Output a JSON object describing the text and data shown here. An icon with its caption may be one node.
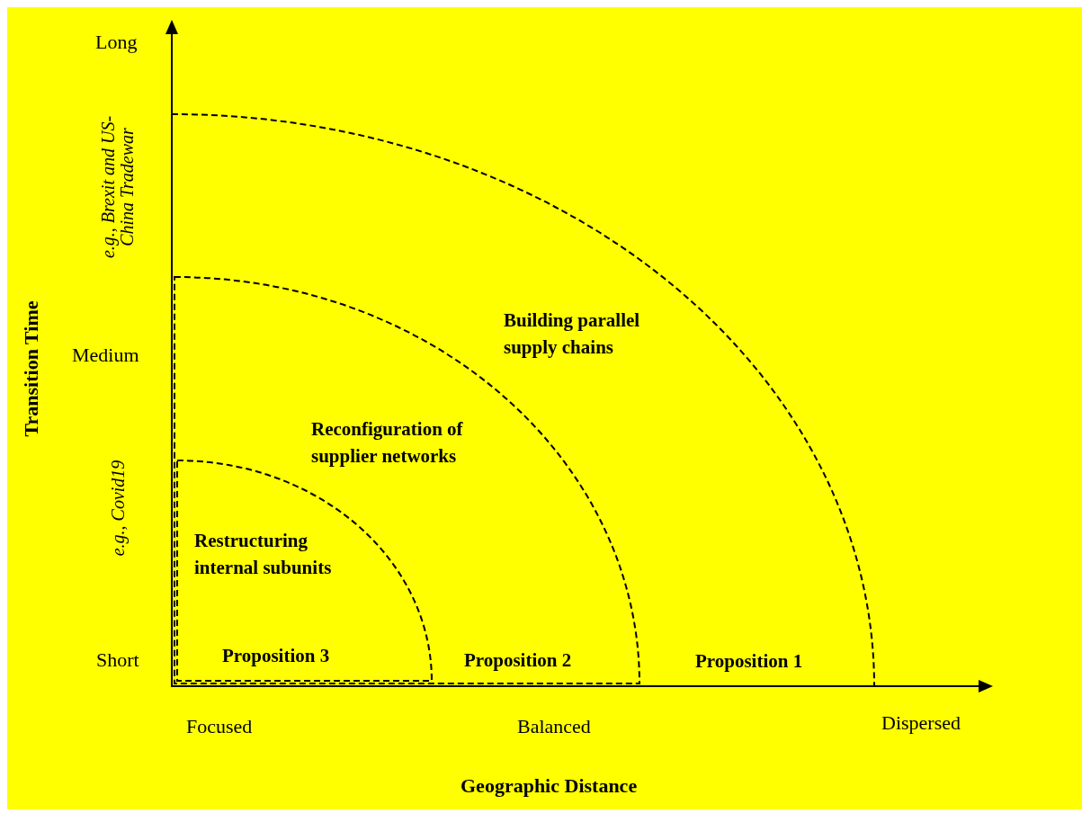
{
  "diagram": {
    "nodes": [
      {
        "text": [
          "Building parallel supply chains",
          "Proposition 1"
        ]
      },
      {
        "text": [
          "Reconfiguration of supplier networks",
          "Proposition 2"
        ],
        "in": 0
      },
      {
        "text": [
          "Restructuring internal subunits",
          "Proposition 3"
        ],
        "in": 1
      }
    ],
    "labels": [
      "Long",
      "e.g., Brexit and US-China Tradewar",
      "Transition Time",
      "Medium",
      "e.g., Covid19",
      "Short",
      "Focused",
      "Balanced",
      "Dispersed",
      "Geographic Distance"
    ]
  }
}
